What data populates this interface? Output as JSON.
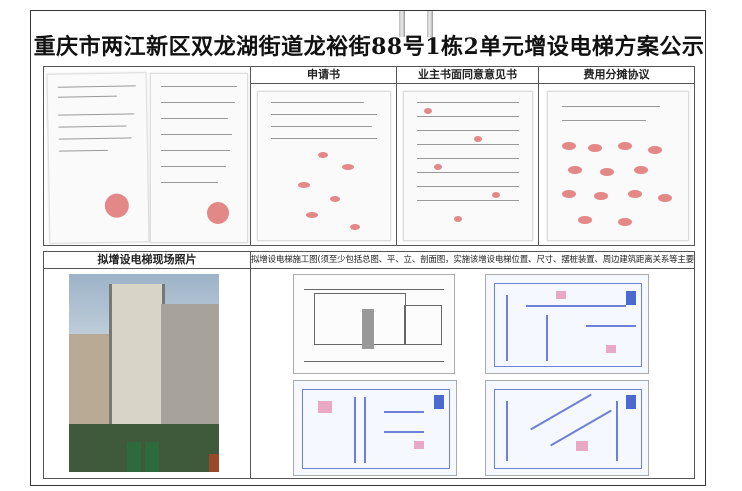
{
  "title": "重庆市两江新区双龙湖街道龙裕街88号1栋2单元增设电梯方案公示",
  "sections": {
    "application": "申请书",
    "consent": "业主书面同意意见书",
    "cost": "费用分摊协议",
    "photo": "拟增设电梯现场照片",
    "drawings": "拟增设电梯施工图(须至少包括总图、平、立、剖面图，实施该增设电梯位置、尺寸、摆桩装置、周边建筑距离关系等主要信息)"
  },
  "colors": {
    "frame": "#333333",
    "stamp": "#d22828",
    "blueprint": "#6d7fd6"
  }
}
